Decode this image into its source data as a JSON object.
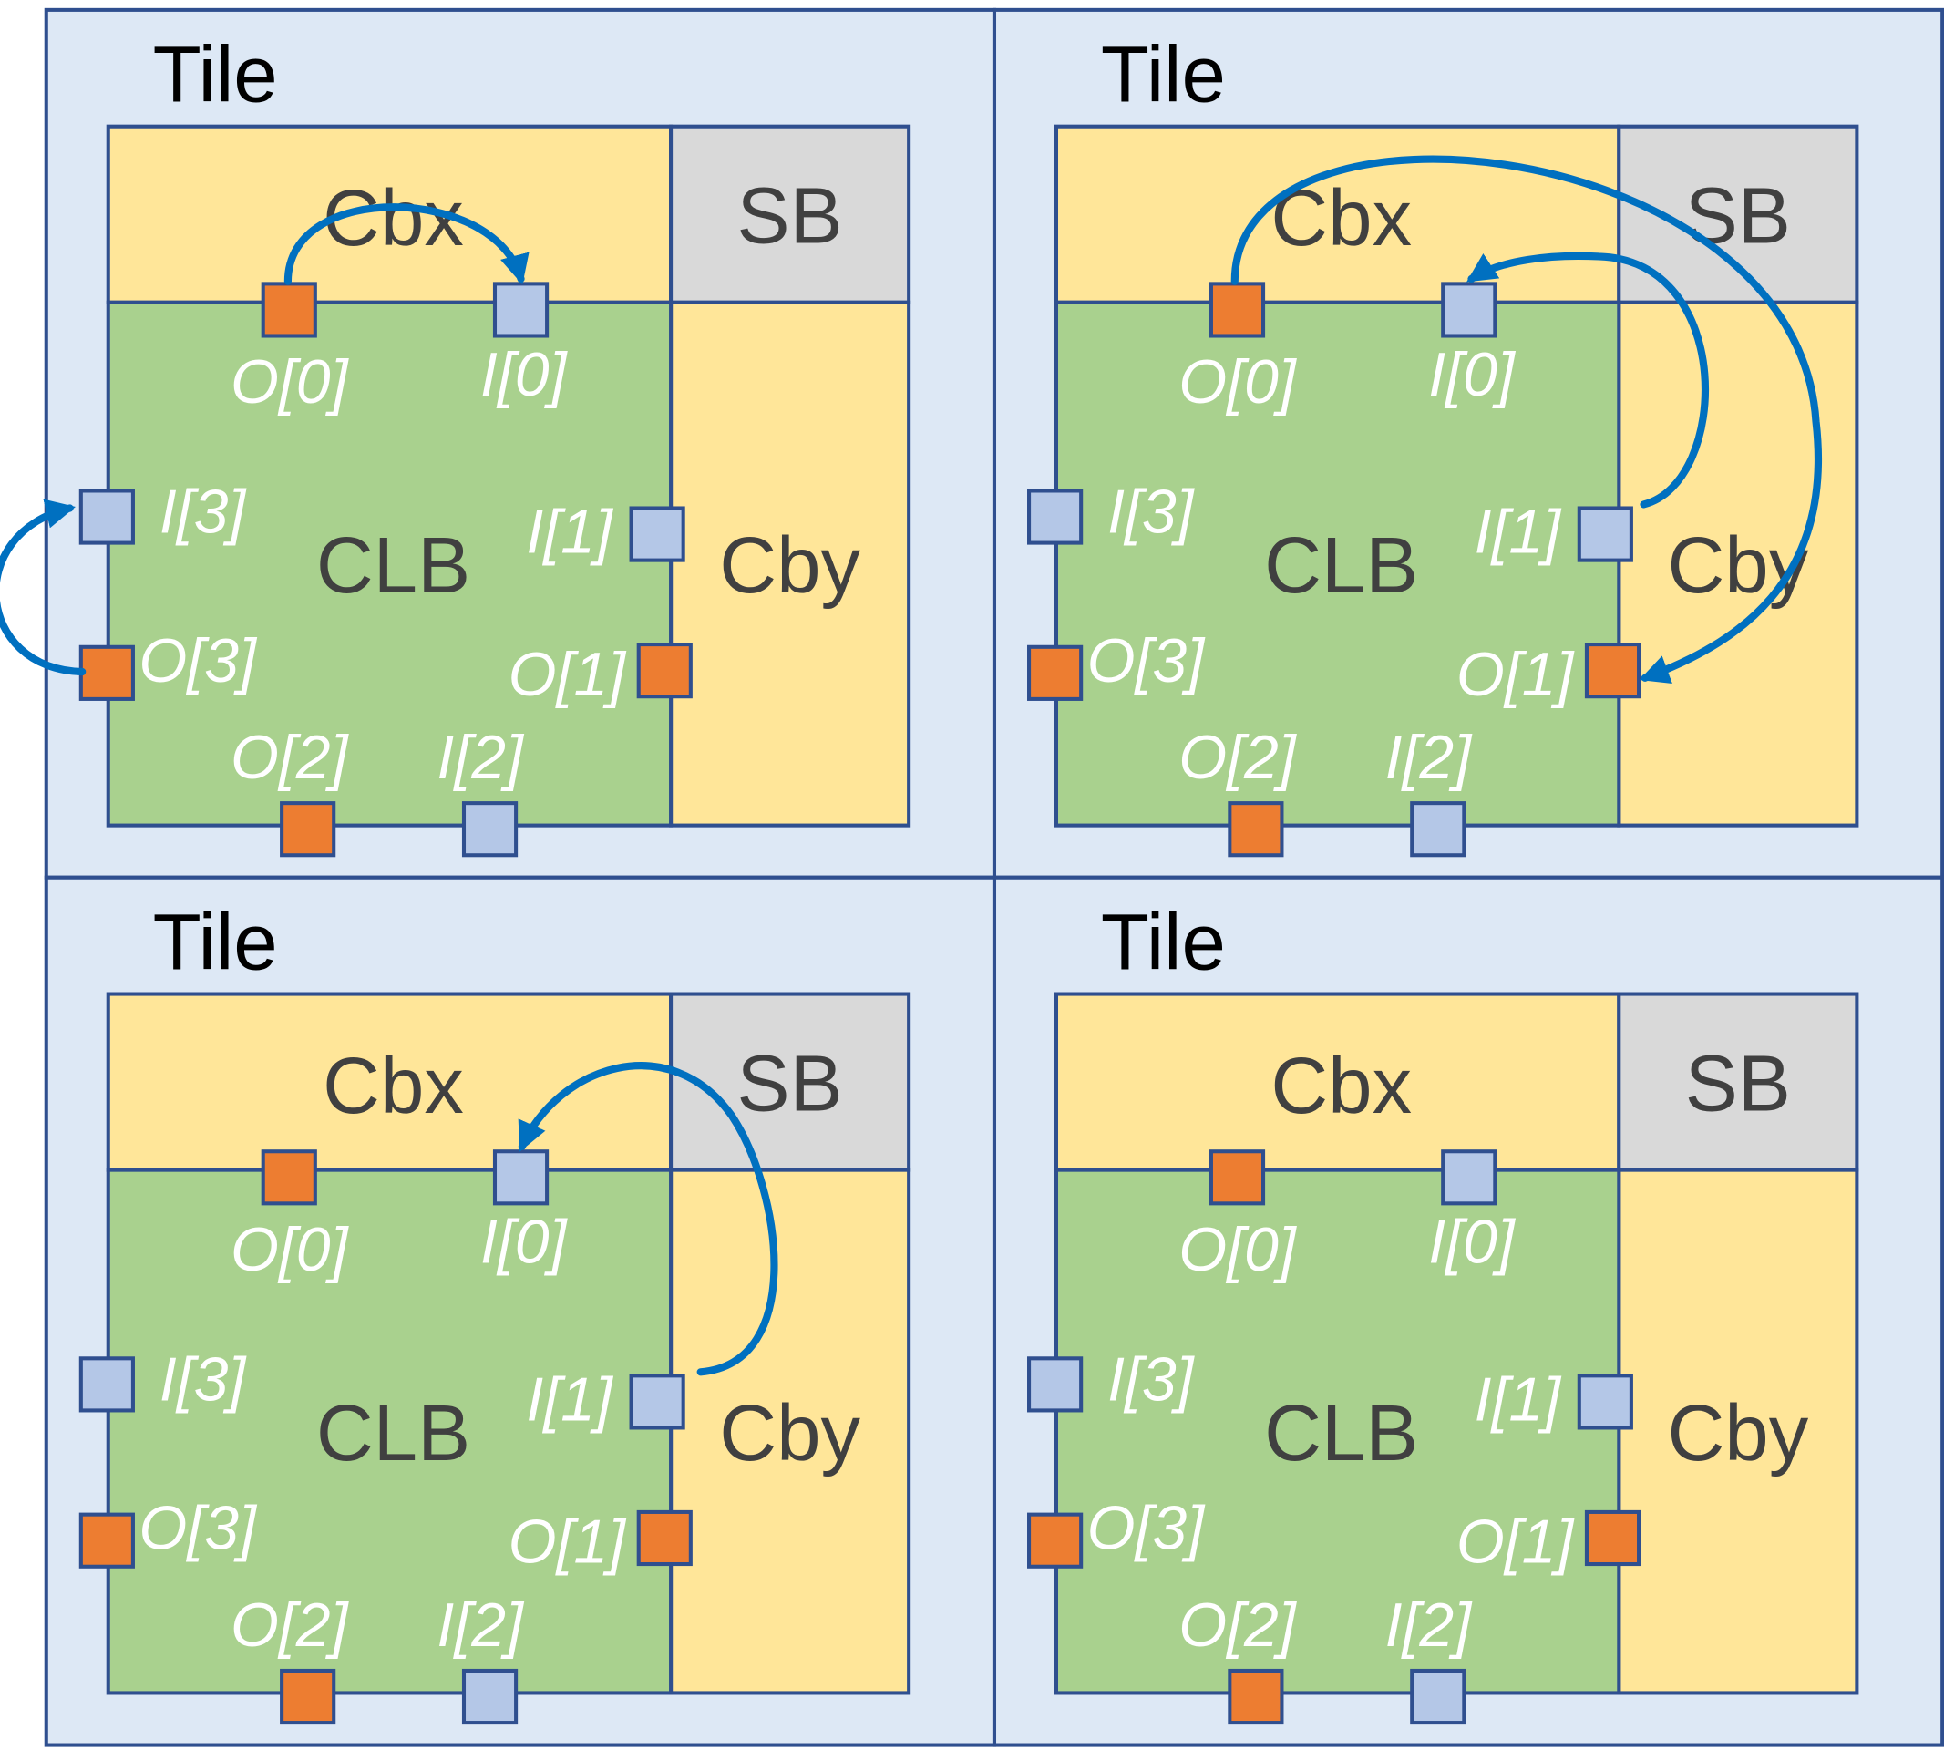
{
  "colors": {
    "tile_background": "#dde8f5",
    "border": "#2f4f8f",
    "connection_block": "#ffe699",
    "switch_block": "#d9d9d9",
    "clb": "#a9d18e",
    "output_pin": "#ed7d31",
    "input_pin": "#b4c7e7",
    "route": "#0070c0"
  },
  "tiles": [
    {
      "title": "Tile",
      "cbx": "Cbx",
      "sb": "SB",
      "cby": "Cby",
      "clb": "CLB",
      "pins": {
        "O0": "O[0]",
        "I0": "I[0]",
        "I1": "I[1]",
        "O1": "O[1]",
        "O2": "O[2]",
        "I2": "I[2]",
        "I3": "I[3]",
        "O3": "O[3]"
      },
      "routes": [
        {
          "from": "O[0]",
          "to": "I[0]"
        },
        {
          "from": "O[3]",
          "to": "I[3]"
        }
      ]
    },
    {
      "title": "Tile",
      "cbx": "Cbx",
      "sb": "SB",
      "cby": "Cby",
      "clb": "CLB",
      "pins": {
        "O0": "O[0]",
        "I0": "I[0]",
        "I1": "I[1]",
        "O1": "O[1]",
        "O2": "O[2]",
        "I2": "I[2]",
        "I3": "I[3]",
        "O3": "O[3]"
      },
      "routes": [
        {
          "from": "O[0]",
          "to": "O[1]"
        },
        {
          "from": "I[1]",
          "to": "I[0]"
        }
      ]
    },
    {
      "title": "Tile",
      "cbx": "Cbx",
      "sb": "SB",
      "cby": "Cby",
      "clb": "CLB",
      "pins": {
        "O0": "O[0]",
        "I0": "I[0]",
        "I1": "I[1]",
        "O1": "O[1]",
        "O2": "O[2]",
        "I2": "I[2]",
        "I3": "I[3]",
        "O3": "O[3]"
      },
      "routes": [
        {
          "from": "I[1]",
          "to": "I[0]"
        }
      ]
    },
    {
      "title": "Tile",
      "cbx": "Cbx",
      "sb": "SB",
      "cby": "Cby",
      "clb": "CLB",
      "pins": {
        "O0": "O[0]",
        "I0": "I[0]",
        "I1": "I[1]",
        "O1": "O[1]",
        "O2": "O[2]",
        "I2": "I[2]",
        "I3": "I[3]",
        "O3": "O[3]"
      },
      "routes": []
    }
  ]
}
